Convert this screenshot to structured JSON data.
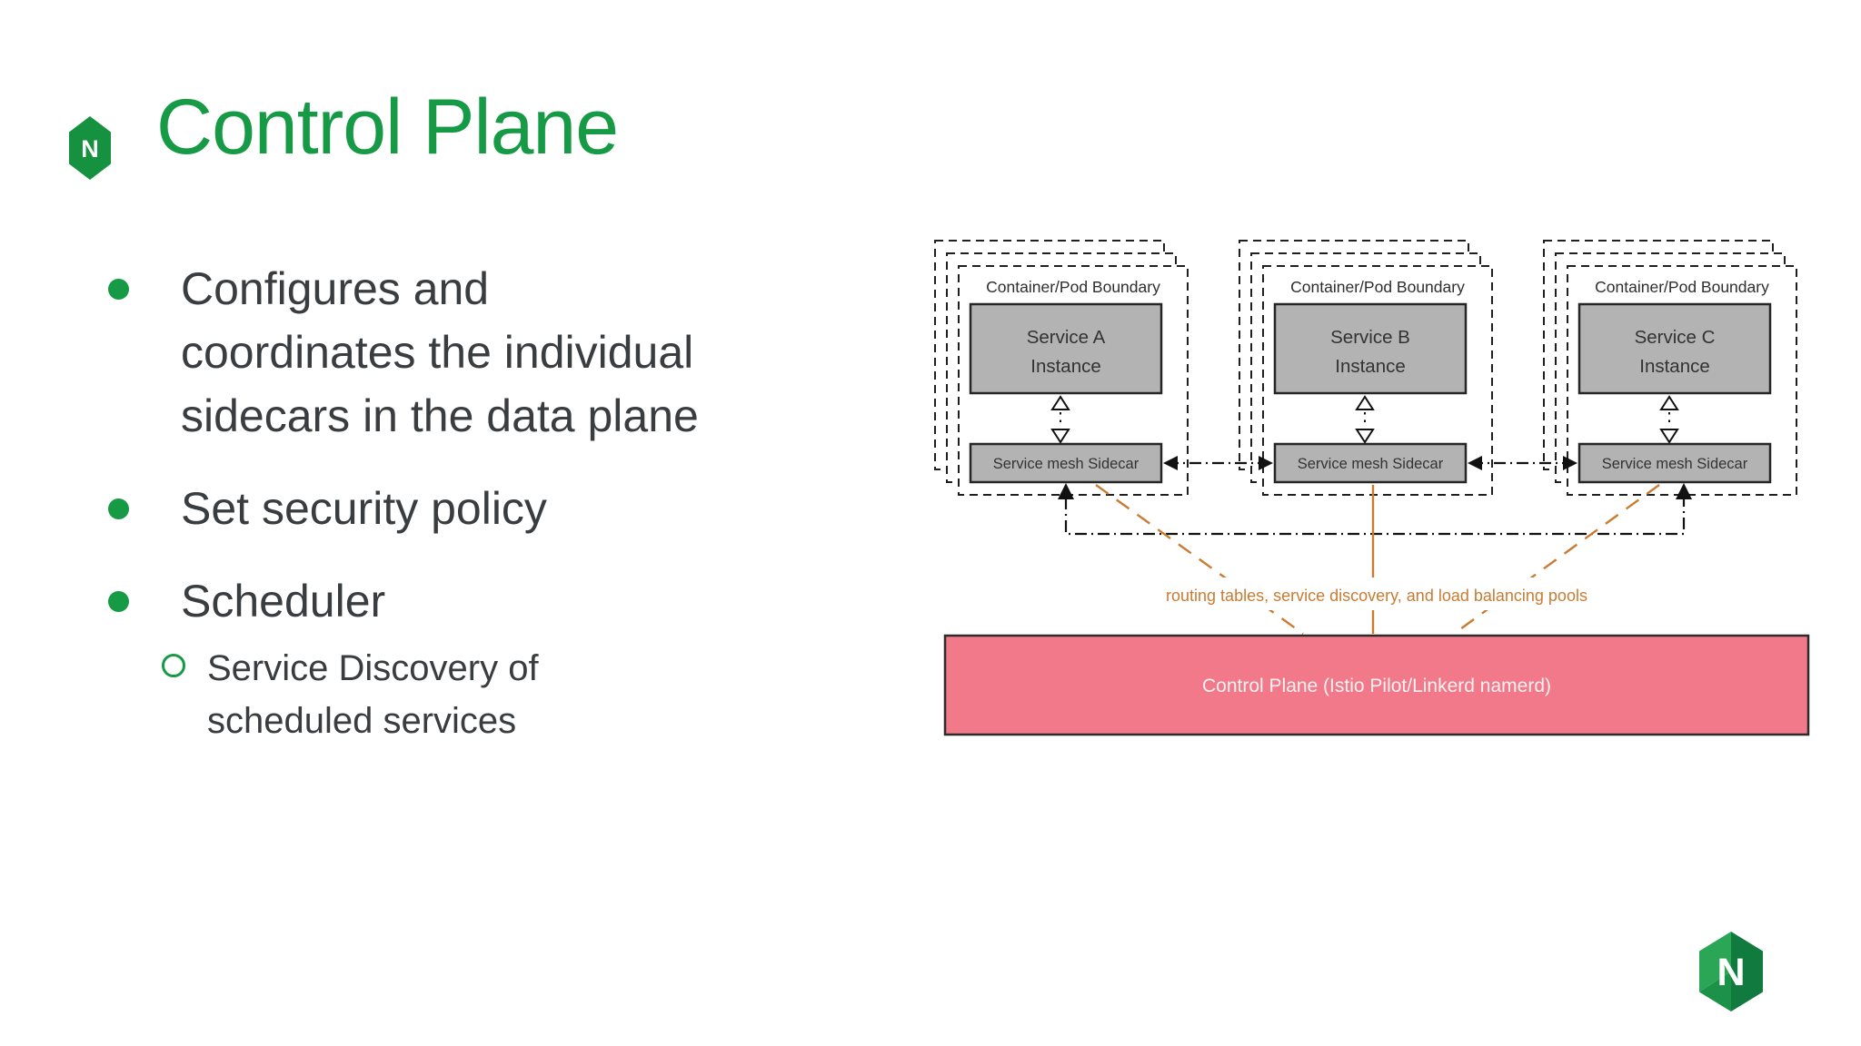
{
  "slide": {
    "title": "Control Plane",
    "bullets": [
      {
        "lines": [
          "Configures and",
          "coordinates the individual",
          "sidecars in the data plane"
        ]
      },
      {
        "lines": [
          "Set security policy"
        ]
      },
      {
        "lines": [
          "Scheduler"
        ]
      }
    ],
    "sub_bullet": {
      "lines": [
        "Service Discovery of",
        "scheduled services"
      ]
    }
  },
  "diagram": {
    "pods": [
      {
        "boundary_label": "Container/Pod Boundary",
        "service_line1": "Service A",
        "service_line2": "Instance",
        "sidecar_label": "Service mesh Sidecar"
      },
      {
        "boundary_label": "Container/Pod Boundary",
        "service_line1": "Service B",
        "service_line2": "Instance",
        "sidecar_label": "Service mesh Sidecar"
      },
      {
        "boundary_label": "Container/Pod Boundary",
        "service_line1": "Service C",
        "service_line2": "Instance",
        "sidecar_label": "Service mesh Sidecar"
      }
    ],
    "flow_label": "routing tables, service discovery, and load balancing pools",
    "control_plane_label": "Control Plane (Istio Pilot/Linkerd namerd)"
  },
  "branding": {
    "logo_letter": "N"
  },
  "colors": {
    "nginx_green": "#169a45",
    "logo_green_light": "#2ba656",
    "logo_green_dark": "#117a3e",
    "logo_green_mid": "#1c9148",
    "bullet_text": "#3a3d40",
    "diagram_orange": "#c87c33",
    "box_gray_fill": "#b3b3b3",
    "control_plane_pink": "#f1798a",
    "control_plane_text": "#fdf2f2"
  }
}
